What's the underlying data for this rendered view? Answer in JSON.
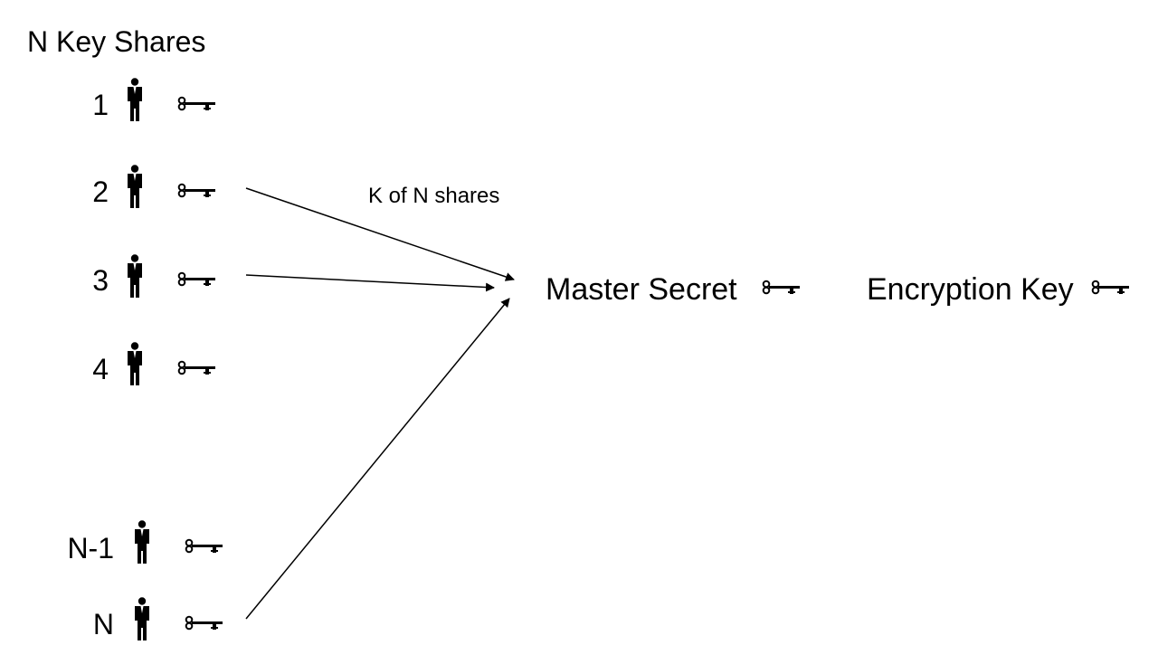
{
  "title": "N Key Shares",
  "shares": [
    {
      "label": "1"
    },
    {
      "label": "2"
    },
    {
      "label": "3"
    },
    {
      "label": "4"
    },
    {
      "label": "N-1"
    },
    {
      "label": "N"
    }
  ],
  "arrow_label": "K of N shares",
  "master_secret": "Master Secret",
  "encryption_key": "Encryption Key",
  "icons": {
    "person": "person-icon",
    "key": "key-icon"
  }
}
